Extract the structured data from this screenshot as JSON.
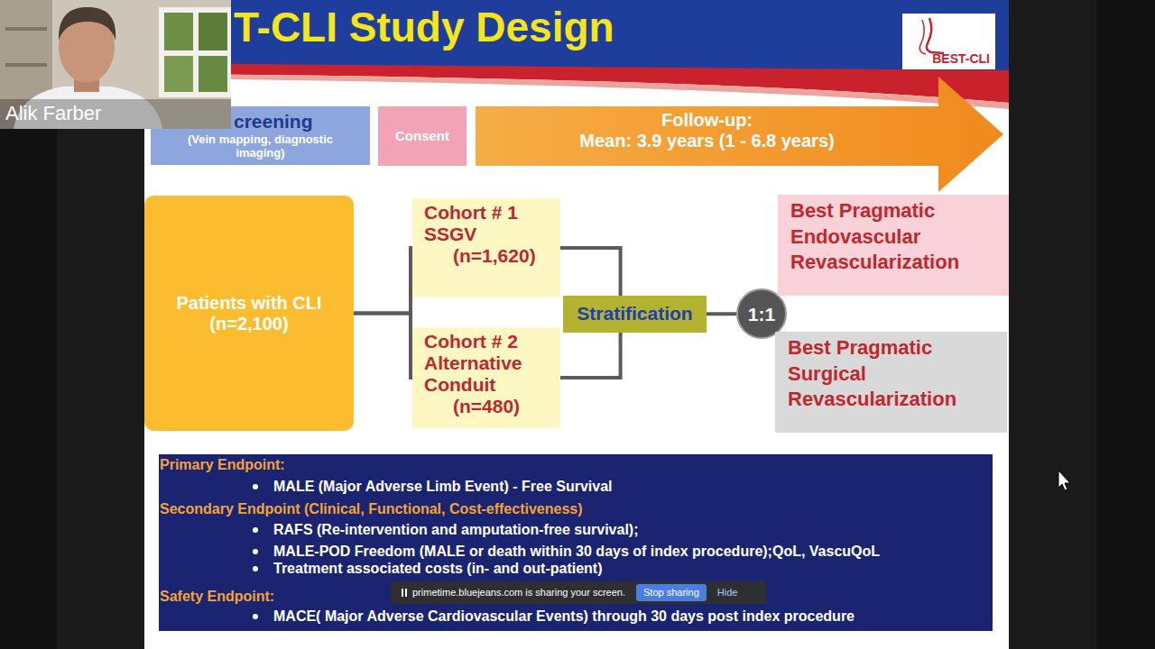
{
  "diagram": {
    "title": "T-CLI Study Design",
    "nodes": [
      {
        "text": [
          "creening",
          "(Vein mapping, diagnostic imaging)"
        ]
      },
      {
        "text": [
          "Consent"
        ]
      },
      {
        "text": [
          "Follow-up:",
          "Mean: 3.9 years (1 - 6.8 years)"
        ]
      },
      {
        "text": [
          "BEST-CLI"
        ]
      },
      {
        "text": [
          "Patients with CLI",
          "(n=2,100)"
        ]
      },
      {
        "text": [
          "Cohort # 1 SSGV",
          "(n=1,620)"
        ]
      },
      {
        "text": [
          "Cohort # 2 Alternative Conduit",
          "(n=480)"
        ]
      },
      {
        "text": [
          "Stratification"
        ]
      },
      {
        "text": [
          "1:1"
        ]
      },
      {
        "text": [
          "Best Pragmatic Endovascular Revascularization"
        ]
      },
      {
        "text": [
          "Best Pragmatic Surgical Revascularization"
        ]
      },
      {
        "text": [
          "Primary Endpoint:",
          "MALE (Major Adverse Limb Event) - Free Survival",
          "Secondary Endpoint (Clinical, Functional, Cost-effectiveness)",
          "RAFS (Re-intervention and amputation-free survival);",
          "MALE-POD Freedom (MALE or death within 30 days of index procedure);QoL, VascuQoL",
          "Treatment associated costs (in- and out-patient)",
          "Safety Endpoint:",
          "MACE( Major Adverse Cardiovascular Events) through 30 days post index procedure"
        ]
      },
      {
        "text": [
          "primetime.bluejeans.com is sharing your screen.",
          "Hide"
        ]
      },
      {
        "text": [
          "Stop sharing"
        ],
        "in": 12
      }
    ],
    "edges": [
      {
        "from": 4,
        "to": 5,
        "arrow": "none"
      },
      {
        "from": 4,
        "to": 6,
        "arrow": "none"
      },
      {
        "from": 5,
        "to": 7,
        "arrow": "none"
      },
      {
        "from": 6,
        "to": 7,
        "arrow": "none"
      },
      {
        "from": 7,
        "to": 8,
        "arrow": "none"
      }
    ],
    "labels": [
      "Alik Farber"
    ]
  }
}
